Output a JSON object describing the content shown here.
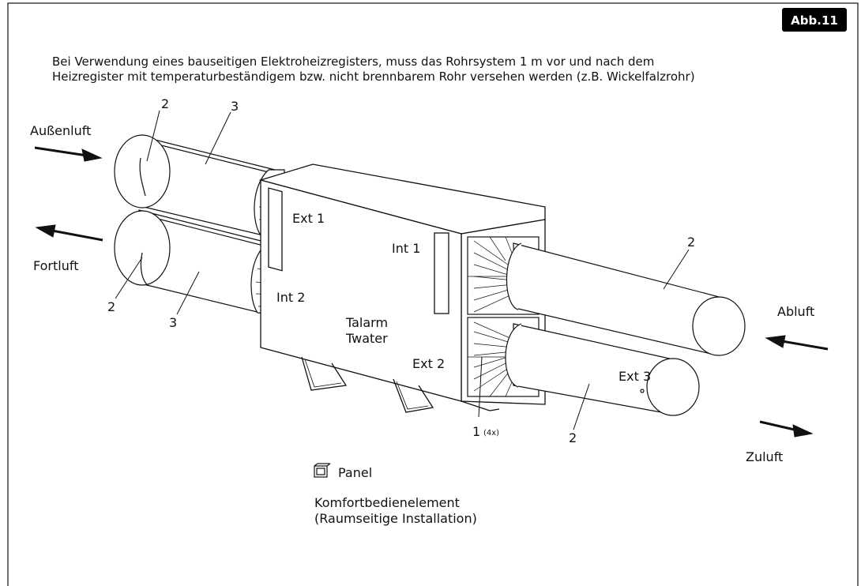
{
  "figure": {
    "badge": "Abb.11",
    "note_lines": [
      "Bei Verwendung eines bauseitigen Elektroheizregisters, muss das Rohrsystem 1 m vor und nach dem",
      "Heizregister mit temperaturbeständigem bzw. nicht brennbarem Rohr versehen werden (z.B. Wickelfalzrohr)"
    ]
  },
  "labels": {
    "aussenluft": "Außenluft",
    "fortluft": "Fortluft",
    "abluft": "Abluft",
    "zuluft": "Zuluft",
    "ext1": "Ext 1",
    "ext2": "Ext 2",
    "ext3": "Ext 3",
    "int1": "Int 1",
    "int2": "Int 2",
    "talarm": "Talarm",
    "twater": "Twater",
    "panel": "Panel",
    "panel_desc_1": "Komfortbedienelement",
    "panel_desc_2": "(Raumseitige Installation)"
  },
  "callouts": {
    "two": "2",
    "three": "3",
    "one": "1",
    "one_qty": "(4x)"
  },
  "colors": {
    "line": "#111111",
    "badge_bg": "#000000"
  }
}
